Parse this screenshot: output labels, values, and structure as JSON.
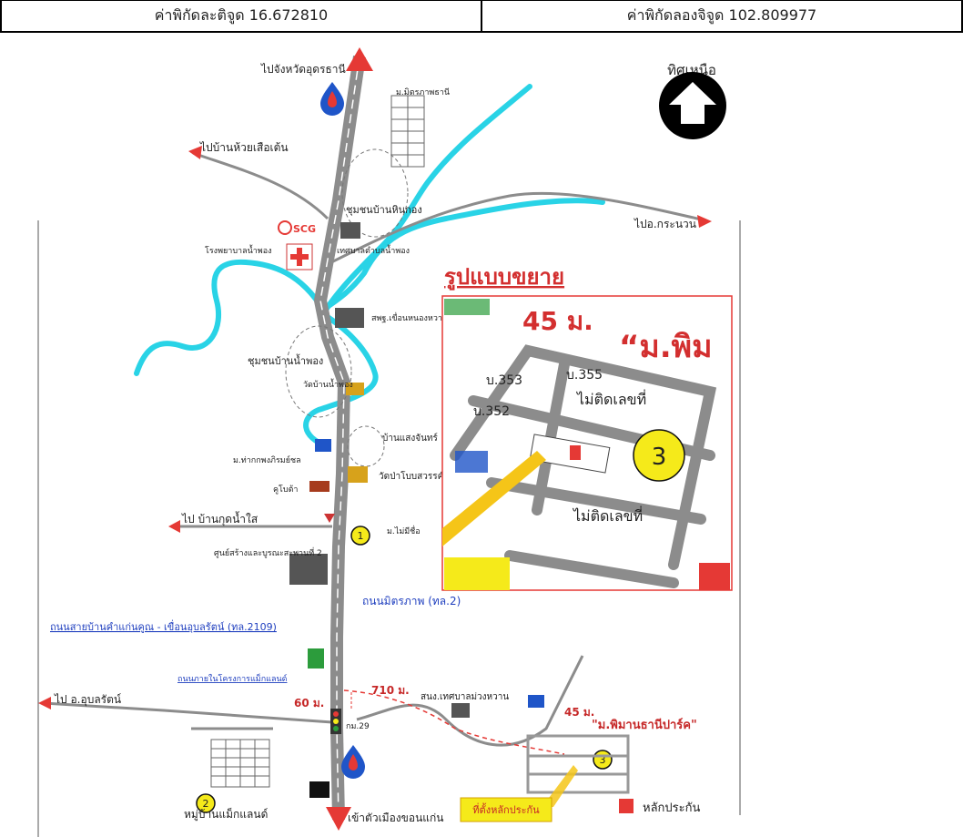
{
  "coordinates": {
    "latitude_label": "ค่าพิกัดละติจูด 16.672810",
    "longitude_label": "ค่าพิกัดลองจิจูด 102.809977"
  },
  "compass": {
    "label": "ทิศเหนือ",
    "icon": "north-arrow-icon"
  },
  "main_map": {
    "labels": {
      "to_udon": "ไปจังหวัดอุดรธานี",
      "to_huai_suea_ten": "ไปบ้านห้วยเสือเต้น",
      "to_kranuan": "ไปอ.กระนวน",
      "to_kut_nam_sai": "ไป บ้านกุดน้ำใส",
      "to_ubolratana": "ไป อ.อุบลรัตน์",
      "to_khon_kaen": "เข้าตัวเมืองขอนแก่น",
      "mittraphap_village": "ม.มิตรภาพธานี",
      "hin_kong_community": "ชุมชนบ้านหินกอง",
      "nam_phong_municipality": "เทศบาลตำบลน้ำพอง",
      "nam_phong_hospital": "โรงพยาบาลน้ำพอง",
      "scg": "SCG",
      "dam_school": "สพฐ.เขื่อนหนองหวาย",
      "nam_phong_community": "ชุมชนบ้านน้ำพอง",
      "wat_nam_phong": "วัดบ้านน้ำพอง",
      "ban_saeng_chan": "บ้านแสงจันทร์",
      "tha_kok_village": "ม.ท่ากกพงภิรมย์ชล",
      "wat_pa_bobsawan": "วัดป่าโบบสวรรค์",
      "kubota": "คูโบต้า",
      "no_name_village": "ม.ไม่มีชื่อ",
      "repair_center": "ศูนย์สร้างและบูรณะสะพานที่ 2",
      "mittraphap_road": "ถนนมิตรภาพ (ทล.2)",
      "kham_kaen_road": "ถนนสายบ้านคำแก่นคูณ - เขื่อนอุบลรัตน์ (ทล.2109)",
      "max_land_road": "ถนนภายในโครงการแม็กแลนด์",
      "distance_710": "710 ม.",
      "distance_60": "60 ม.",
      "km_29": "กม.29",
      "muang_wan_office": "สนง.เทศบาลม่วงหวาน",
      "distance_45": "45 ม.",
      "phiman_thani_park": "\"ม.พิมานธานีปาร์ค\"",
      "max_land_village": "หมู่บ้านแม็กแลนด์",
      "collateral_location": "ที่ตั้งหลักประกัน",
      "collateral_legend": "หลักประกัน",
      "marker_1": "1",
      "marker_2": "2",
      "marker_3": "3"
    },
    "colors": {
      "road": "#8c8c8c",
      "river": "#29d3e6",
      "arrow": "#e53935",
      "marker": "#f5ea1a",
      "label_blue": "#1f3fbf"
    }
  },
  "inset": {
    "title": "รูปแบบขยาย",
    "distance": "45 ม.",
    "village": "“ม.พิม",
    "house_353": "บ.353",
    "house_355": "บ.355",
    "house_352": "บ.352",
    "no_number_top": "ไม่ติดเลขที่",
    "no_number_bottom": "ไม่ติดเลขที่",
    "marker": "3"
  }
}
